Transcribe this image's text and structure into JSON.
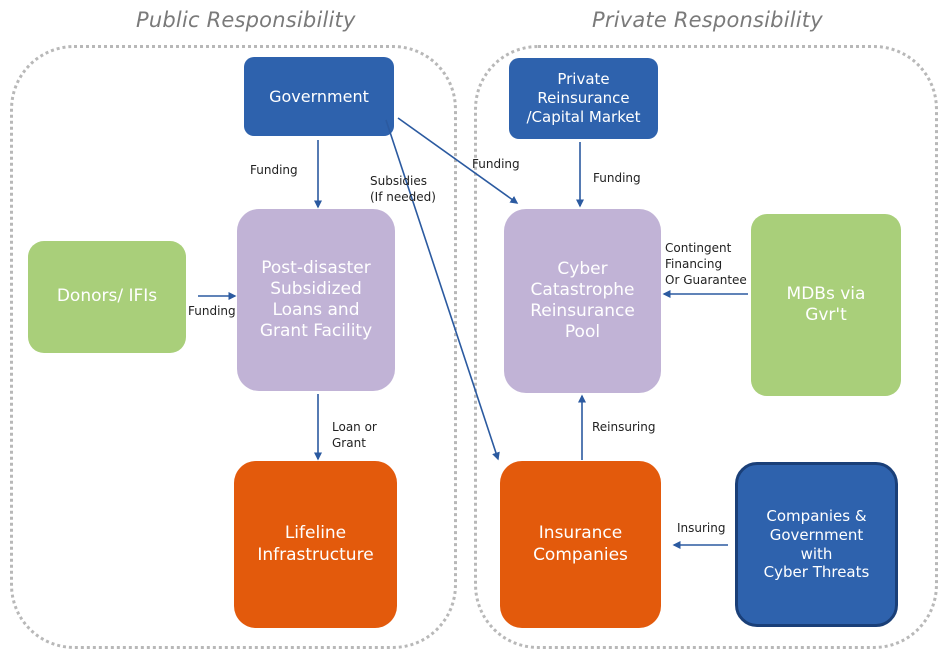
{
  "sections": {
    "public_title": "Public Responsibility",
    "private_title": "Private Responsibility"
  },
  "nodes": {
    "government": "Government",
    "private_reinsurance": "Private\nReinsurance\n/Capital Market",
    "donors": "Donors/ IFIs",
    "post_disaster": "Post-disaster\nSubsidized\nLoans and\nGrant Facility",
    "cyber_pool": "Cyber\nCatastrophe\nReinsurance\nPool",
    "mdbs": "MDBs via\nGvr't",
    "lifeline": "Lifeline\nInfrastructure",
    "insurance": "Insurance\nCompanies",
    "companies_gov": "Companies &\nGovernment\nwith\nCyber Threats"
  },
  "edges": {
    "gov_to_postdisaster": "Funding",
    "gov_to_insurance": "Subsidies\n(If needed)",
    "gov_to_pool": "Funding",
    "reinsurance_to_pool": "Funding",
    "donors_to_postdisaster": "Funding",
    "mdbs_to_pool": "Contingent\nFinancing\nOr Guarantee",
    "postdisaster_to_lifeline": "Loan or\nGrant",
    "insurance_to_pool": "Reinsuring",
    "companies_to_insurance": "Insuring"
  },
  "colors": {
    "blue": "#2e62ad",
    "purple": "#c1b3d6",
    "green": "#a9cf7a",
    "orange": "#e35a0c",
    "arrow": "#2b5aa0",
    "border_gray": "#b8b8b8"
  }
}
